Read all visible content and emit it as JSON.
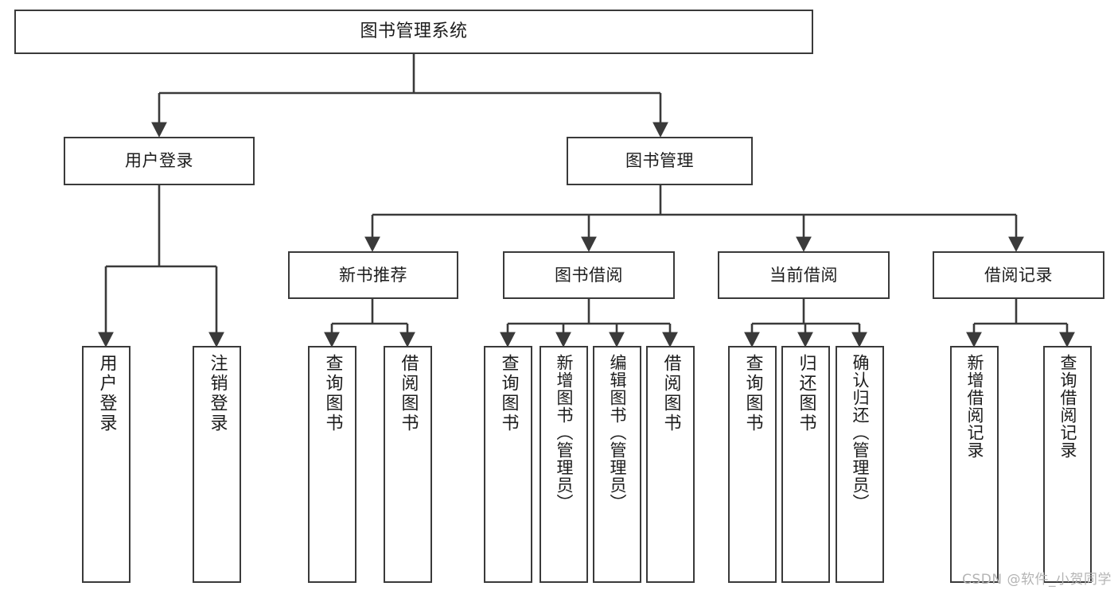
{
  "diagram": {
    "title": "图书管理系统",
    "type": "tree-hierarchy",
    "colors": {
      "background": "#ffffff",
      "stroke": "#3a3a3a",
      "text": "#1c1c1c",
      "watermark": "#b4b4b4"
    },
    "levels": {
      "root": "图书管理系统",
      "level1": [
        "用户登录",
        "图书管理"
      ],
      "level2": [
        "新书推荐",
        "图书借阅",
        "当前借阅",
        "借阅记录"
      ],
      "level3": [
        "用户登录",
        "注销登录",
        "查询图书",
        "借阅图书",
        "查询图书",
        "新增图书（管理员）",
        "编辑图书（管理员）",
        "借阅图书",
        "查询图书",
        "归还图书",
        "确认归还（管理员）",
        "新增借阅记录",
        "查询借阅记录"
      ]
    },
    "nodes": {
      "root": {
        "label": "图书管理系统"
      },
      "user_login": {
        "label": "用户登录"
      },
      "book_mgmt": {
        "label": "图书管理"
      },
      "new_book_rec": {
        "label": "新书推荐"
      },
      "book_borrow": {
        "label": "图书借阅"
      },
      "current_borrow": {
        "label": "当前借阅"
      },
      "borrow_record": {
        "label": "借阅记录"
      },
      "leaf_user_login": {
        "label": "用户登录"
      },
      "leaf_logout": {
        "label": "注销登录"
      },
      "leaf_query_book_1": {
        "label": "查询图书"
      },
      "leaf_borrow_book_1": {
        "label": "借阅图书"
      },
      "leaf_query_book_2": {
        "label": "查询图书"
      },
      "leaf_add_book_admin": {
        "label": "新增图书（管理员）"
      },
      "leaf_edit_book_admin": {
        "label": "编辑图书（管理员）"
      },
      "leaf_borrow_book_2": {
        "label": "借阅图书"
      },
      "leaf_query_book_3": {
        "label": "查询图书"
      },
      "leaf_return_book": {
        "label": "归还图书"
      },
      "leaf_confirm_return_admin": {
        "label": "确认归还（管理员）"
      },
      "leaf_add_borrow_record": {
        "label": "新增借阅记录"
      },
      "leaf_query_borrow_record": {
        "label": "查询借阅记录"
      }
    }
  },
  "watermark": {
    "text": "CSDN @软件_小贺同学"
  }
}
